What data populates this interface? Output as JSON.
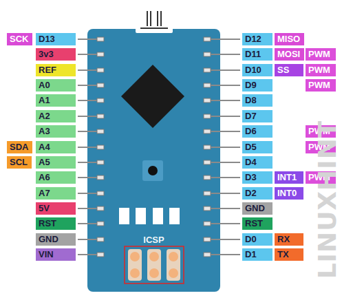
{
  "diagram": {
    "nodes": [
      {
        "text": [
          "ICSP"
        ]
      },
      {
        "text": [
          "SCK"
        ]
      },
      {
        "text": [
          "D13"
        ]
      },
      {
        "text": [
          "D12"
        ]
      },
      {
        "text": [
          "MISO"
        ]
      },
      {
        "text": [
          "3v3"
        ]
      },
      {
        "text": [
          "D11"
        ]
      },
      {
        "text": [
          "MOSI"
        ]
      },
      {
        "text": [
          "PWM"
        ]
      },
      {
        "text": [
          "REF"
        ]
      },
      {
        "text": [
          "D10"
        ]
      },
      {
        "text": [
          "SS"
        ]
      },
      {
        "text": [
          "PWM"
        ]
      },
      {
        "text": [
          "A0"
        ]
      },
      {
        "text": [
          "D9"
        ]
      },
      {
        "text": [
          "PWM"
        ]
      },
      {
        "text": [
          "A1"
        ]
      },
      {
        "text": [
          "D8"
        ]
      },
      {
        "text": [
          "A2"
        ]
      },
      {
        "text": [
          "D7"
        ]
      },
      {
        "text": [
          "A3"
        ]
      },
      {
        "text": [
          "D6"
        ]
      },
      {
        "text": [
          "PWM"
        ]
      },
      {
        "text": [
          "SDA"
        ]
      },
      {
        "text": [
          "A4"
        ]
      },
      {
        "text": [
          "D5"
        ]
      },
      {
        "text": [
          "PWM"
        ]
      },
      {
        "text": [
          "SCL"
        ]
      },
      {
        "text": [
          "A5"
        ]
      },
      {
        "text": [
          "D4"
        ]
      },
      {
        "text": [
          "A6"
        ]
      },
      {
        "text": [
          "D3"
        ]
      },
      {
        "text": [
          "INT1"
        ]
      },
      {
        "text": [
          "PWM"
        ]
      },
      {
        "text": [
          "A7"
        ]
      },
      {
        "text": [
          "D2"
        ]
      },
      {
        "text": [
          "INT0"
        ]
      },
      {
        "text": [
          "5V"
        ]
      },
      {
        "text": [
          "GND"
        ]
      },
      {
        "text": [
          "RST"
        ]
      },
      {
        "text": [
          "RST"
        ]
      },
      {
        "text": [
          "GND"
        ]
      },
      {
        "text": [
          "D0"
        ]
      },
      {
        "text": [
          "RX"
        ]
      },
      {
        "text": [
          "VIN"
        ]
      },
      {
        "text": [
          "D1"
        ]
      },
      {
        "text": [
          "TX"
        ]
      }
    ],
    "labels": [
      "LINUXHINT"
    ]
  }
}
